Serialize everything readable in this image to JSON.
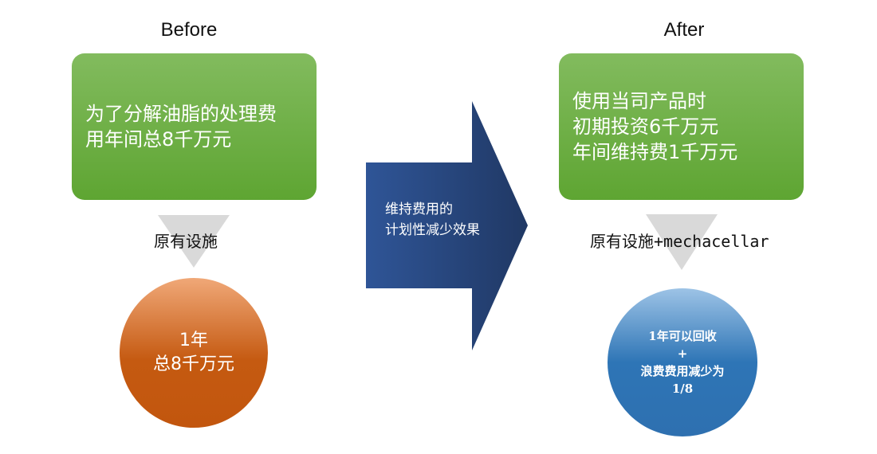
{
  "before": {
    "title": "Before",
    "box_lines": [
      "为了分解油脂的处理费",
      "用年间总8千万元"
    ],
    "label": "原有设施",
    "circle_lines": [
      "1年",
      "总8千万元"
    ]
  },
  "arrow": {
    "lines": [
      "维持费用的",
      "计划性减少效果"
    ]
  },
  "after": {
    "title": "After",
    "box_lines": [
      "使用当司产品时",
      "初期投资6千万元",
      "年间维持费1千万元"
    ],
    "label": "原有设施+mechacellar",
    "circle_lines": [
      "1年可以回收",
      "+",
      "浪费费用减少为",
      "1/8"
    ]
  },
  "colors": {
    "green": "#6aad3d",
    "orange": "#c55a11",
    "navy": "#2a4a85",
    "blue": "#2e75b6",
    "gray": "#d9d9d9"
  }
}
